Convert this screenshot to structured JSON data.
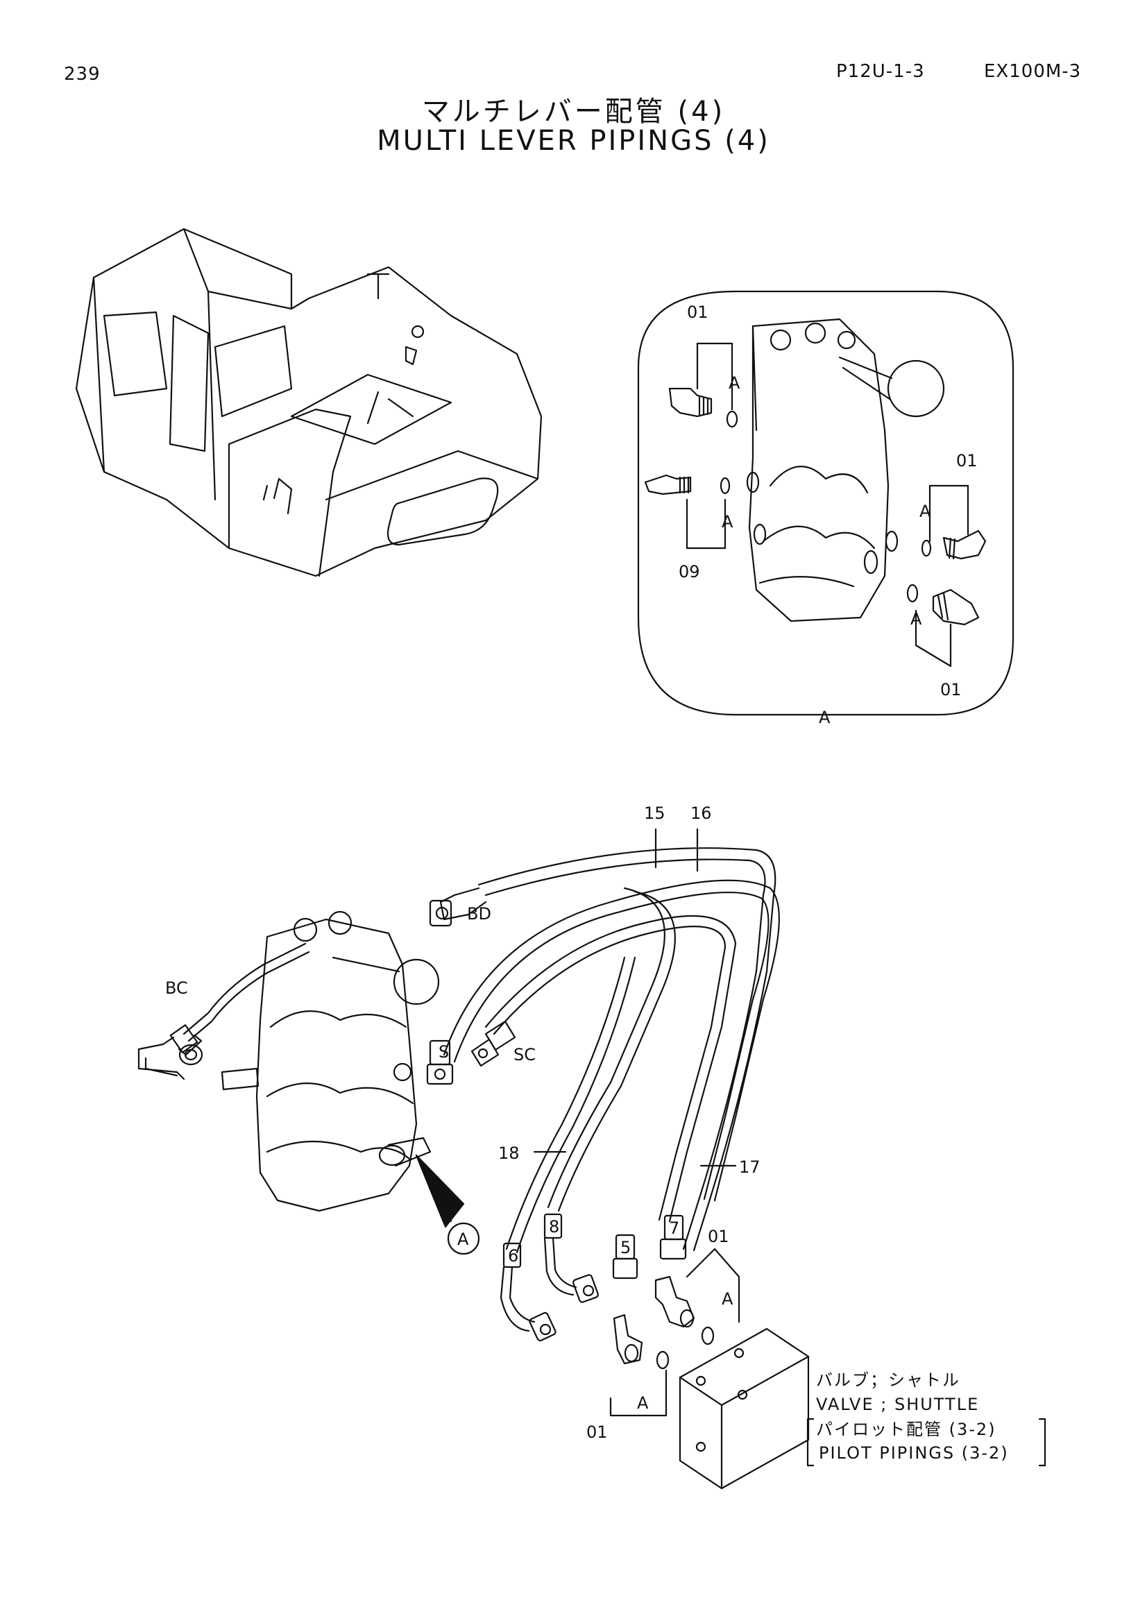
{
  "header": {
    "page_number": "239",
    "page_code": "P12U-1-3",
    "model": "EX100M-3"
  },
  "title": {
    "japanese": "マルチレバー配管 (4)",
    "english": "MULTI LEVER PIPINGS (4)"
  },
  "detail_view": {
    "view_label": "A",
    "part_labels": [
      "01",
      "01",
      "09",
      "01"
    ],
    "section_markers": [
      "A",
      "A",
      "A",
      "A"
    ]
  },
  "main_view": {
    "hose_labels": [
      "15",
      "16",
      "17",
      "18"
    ],
    "port_labels": [
      "BD",
      "BC",
      "S",
      "SC"
    ],
    "fitting_numbers": [
      "6",
      "8",
      "5",
      "7"
    ],
    "fitting_labels": [
      "01",
      "01"
    ],
    "section_markers": [
      "A",
      "A"
    ],
    "detail_callout": "A"
  },
  "shuttle_valve": {
    "name_jp": "バルブ；シャトル",
    "name_en": "VALVE ; SHUTTLE",
    "ref_jp": "パイロット配管 (3-2)",
    "ref_en": "PILOT PIPINGS (3-2)"
  }
}
